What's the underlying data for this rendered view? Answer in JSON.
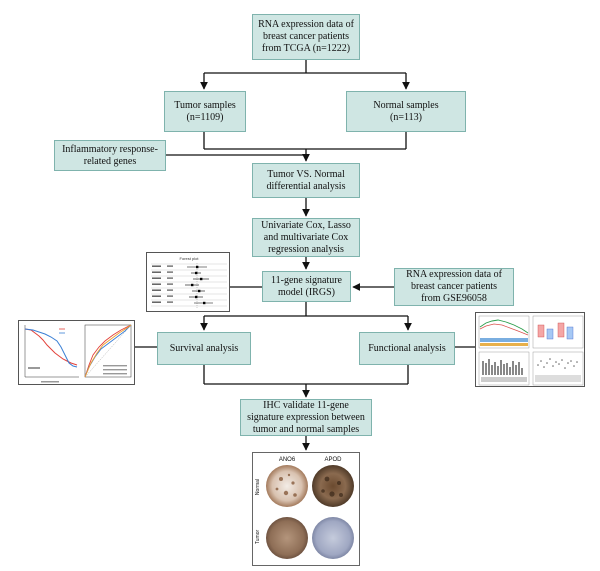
{
  "nodes": {
    "tcga": {
      "lines": [
        "RNA expression data of",
        "breast cancer patients",
        "from TCGA (n=1222)"
      ]
    },
    "tumor": {
      "lines": [
        "Tumor samples",
        "(n=1109)"
      ]
    },
    "normal": {
      "lines": [
        "Normal samples",
        "(n=113)"
      ]
    },
    "inflammatory": {
      "lines": [
        "Inflammatory response-",
        "related genes"
      ]
    },
    "differential": {
      "lines": [
        "Tumor VS. Normal",
        "differential analysis"
      ]
    },
    "cox": {
      "lines": [
        "Univariate Cox, Lasso",
        "and multivariate Cox",
        "regression analysis"
      ]
    },
    "signature": {
      "lines": [
        "11-gene signature",
        "model (IRGS)"
      ]
    },
    "gse": {
      "lines": [
        "RNA expression data of",
        "breast cancer patients",
        "from GSE96058"
      ]
    },
    "survival": {
      "lines": [
        "Survival analysis"
      ]
    },
    "functional": {
      "lines": [
        "Functional analysis"
      ]
    },
    "ihc": {
      "lines": [
        "IHC validate 11-gene",
        "signature expression between",
        "tumor and normal samples"
      ]
    }
  },
  "ihc_figure": {
    "col_labels": [
      "ANO6",
      "APOD"
    ],
    "row_labels": [
      "Normal",
      "Tumor"
    ]
  },
  "forest_plot": {
    "title": "Forest plot"
  },
  "colors": {
    "box_fill": "#cfe6e3",
    "box_border": "#7fb3ad",
    "arrow": "#111111"
  }
}
